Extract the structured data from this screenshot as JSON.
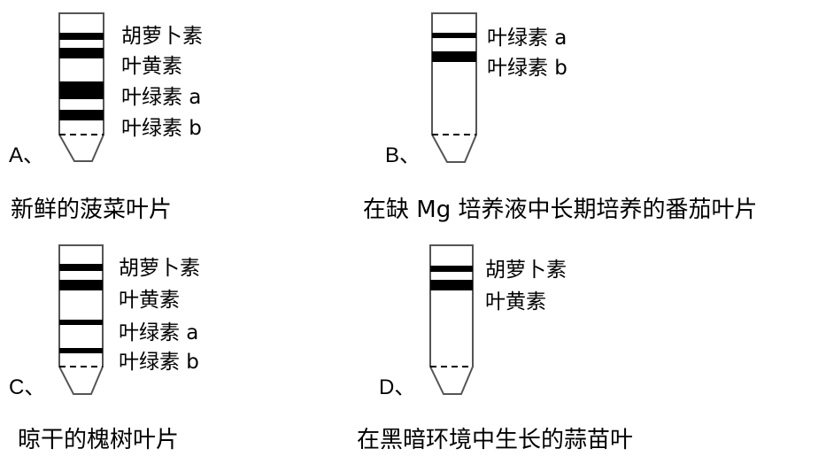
{
  "panels": [
    {
      "letter": "A、",
      "caption": "新鲜的菠菜叶片",
      "labels": [
        "胡萝卜素",
        "叶黄素",
        "叶绿素 a",
        "叶绿素 b"
      ]
    },
    {
      "letter": "B、",
      "caption": "在缺 Mg 培养液中长期培养的番茄叶片",
      "labels": [
        "叶绿素 a",
        "叶绿素 b"
      ]
    },
    {
      "letter": "C、",
      "caption": "晾干的槐树叶片",
      "labels": [
        "胡萝卜素",
        "叶黄素",
        "叶绿素 a",
        "叶绿素 b"
      ]
    },
    {
      "letter": "D、",
      "caption": "在黑暗环境中生长的蒜苗叶",
      "labels": [
        "胡萝卜素",
        "叶黄素"
      ]
    }
  ]
}
